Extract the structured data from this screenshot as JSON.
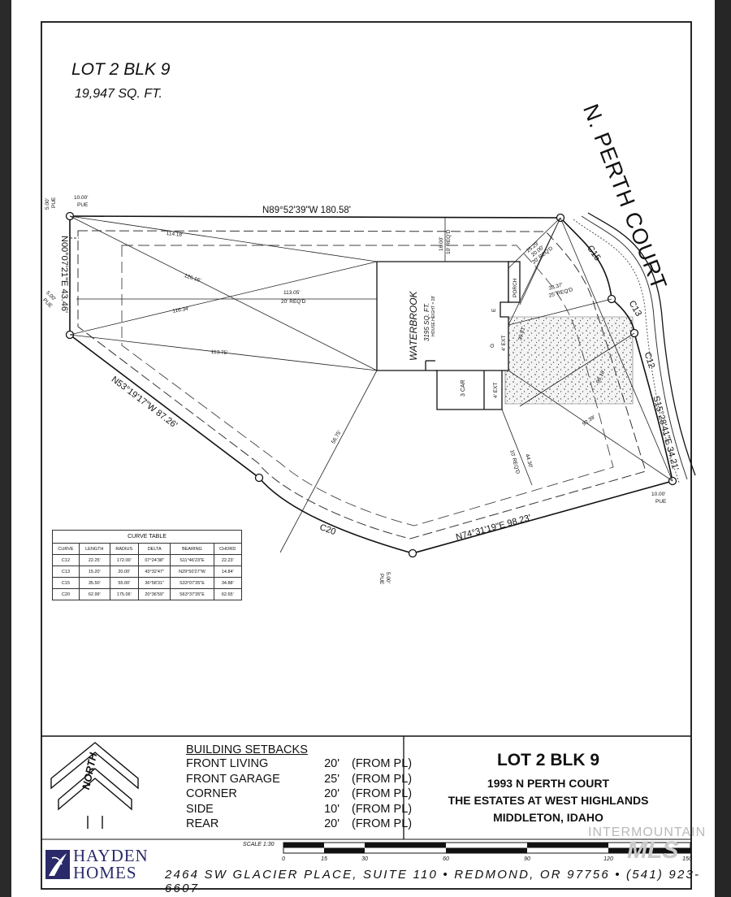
{
  "lot_block": {
    "title": "LOT 2 BLK 9",
    "area": "19,947 SQ. FT."
  },
  "street_name": "N. PERTH COURT",
  "boundary": {
    "north": "N89°52'39\"W  180.58'",
    "west": "N00°07'21\"E  43.46'",
    "southwest": "N53°19'17\"W  87.26'",
    "south": "N74°31'19\"E  98.23'",
    "east": "S15°28'41\"E  34.21'",
    "curves": [
      "C15",
      "C13",
      "C12",
      "C20"
    ]
  },
  "house": {
    "plan_name": "WATERBROOK",
    "plan_area": "3195 SQ. FT.",
    "plan_note": "HOUSE HEIGHT = 28'",
    "garage": "3 CAR",
    "porch": "PORCH",
    "marks": [
      "E",
      "G",
      "4' EXT",
      "4' EXT"
    ]
  },
  "dimensions": {
    "d1": "114.18'",
    "d2": "126.16'",
    "d3": "113.05'",
    "d3_note": "20' REQ'D",
    "d4": "116.34'",
    "d5": "113.75'",
    "d6": "56.75'",
    "d7": "16.00'",
    "d7_note": "10' REQ'D",
    "d8": "25.29'",
    "d9": "20.00'",
    "d9_note": "20' REQ'D",
    "d10": "33.37'",
    "d10_note": "25' REQ'D",
    "d11": "39.81'",
    "d12": "98.16'",
    "d13": "92.39'",
    "d14": "44.30'",
    "d15_note": "10' REQ'D",
    "pue_top_left": "10.00'",
    "pue_top_left_sub": "PUE",
    "pue_left_side": "5.00'",
    "pue_left_side_sub": "PUE",
    "pue_left_mid": "5.00'",
    "pue_left_mid_sub": "PUE",
    "pue_bottom_right": "10.00'",
    "pue_bottom_right_sub": "PUE",
    "pue_bottom": "5.00'",
    "pue_bottom_sub": "PUE"
  },
  "curve_table": {
    "title": "CURVE TABLE",
    "headers": [
      "CURVE",
      "LENGTH",
      "RADIUS",
      "DELTA",
      "BEARING",
      "CHORD"
    ],
    "rows": [
      [
        "C12",
        "22.25'",
        "172.00'",
        "07°24'38\"",
        "S11°46'23\"E",
        "22.23'"
      ],
      [
        "C13",
        "15.20'",
        "20.00'",
        "43°32'47\"",
        "N29°50'27\"W",
        "14.84'"
      ],
      [
        "C15",
        "35.50'",
        "55.00'",
        "36°58'31\"",
        "S33°07'35\"E",
        "34.88'"
      ],
      [
        "C20",
        "62.99'",
        "175.06'",
        "20°36'59\"",
        "S63°37'35\"E",
        "62.65'"
      ]
    ]
  },
  "setbacks": {
    "heading": "BUILDING SETBACKS",
    "rows": [
      {
        "label": "FRONT LIVING",
        "value": "20'",
        "ref": "(FROM PL)"
      },
      {
        "label": "FRONT GARAGE",
        "value": "25'",
        "ref": "(FROM PL)"
      },
      {
        "label": "CORNER",
        "value": "20'",
        "ref": "(FROM PL)"
      },
      {
        "label": "SIDE",
        "value": "10'",
        "ref": "(FROM PL)"
      },
      {
        "label": "REAR",
        "value": "20'",
        "ref": "(FROM PL)"
      }
    ]
  },
  "title_block": {
    "lot": "LOT 2 BLK 9",
    "address": "1993 N PERTH COURT",
    "subdivision": "THE ESTATES AT WEST HIGHLANDS",
    "city": "MIDDLETON, IDAHO"
  },
  "north_arrow": "NORTH",
  "scale": {
    "label": "SCALE 1:30",
    "ticks": [
      "0",
      "15",
      "30",
      "60",
      "90",
      "120",
      "150"
    ]
  },
  "company": {
    "name_line1": "HAYDEN",
    "name_line2": "HOMES",
    "address": "2464 SW GLACIER PLACE, SUITE 110 • REDMOND, OR 97756 • (541) 923-6607"
  },
  "watermark": {
    "line1": "INTERMOUNTAIN",
    "line2": "MLS"
  }
}
